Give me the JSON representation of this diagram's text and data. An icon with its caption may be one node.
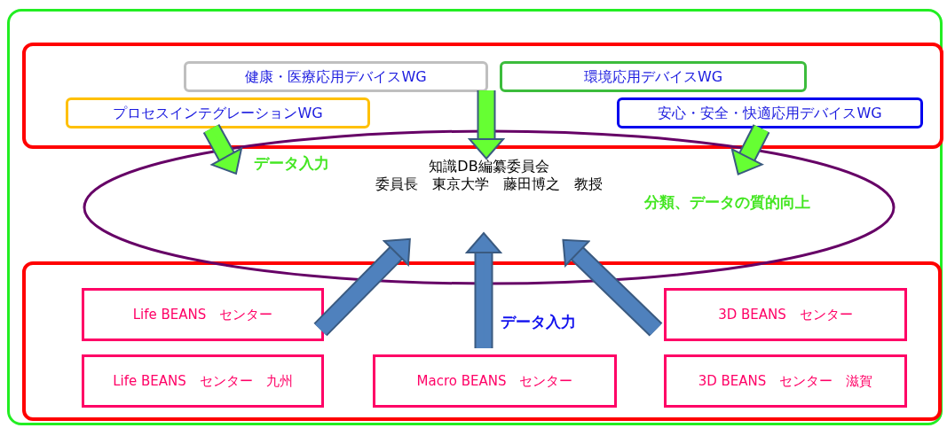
{
  "diagram": {
    "nodes": [
      {
        "text": [],
        "shape": "box"
      },
      {
        "text": [],
        "shape": "box",
        "in": 0
      },
      {
        "text": [
          "健康・医療応用デバイスWG"
        ],
        "in": 1
      },
      {
        "text": [
          "環境応用デバイスWG"
        ],
        "in": 1
      },
      {
        "text": [
          "プロセスインテグレーションWG"
        ],
        "in": 1
      },
      {
        "text": [
          "安心・安全・快適応用デバイスWG"
        ],
        "in": 1
      },
      {
        "text": [
          "知識DB編纂委員会",
          "委員長　東京大学　藤田博之　教授"
        ],
        "in": 0
      },
      {
        "text": [],
        "shape": "box",
        "in": 0
      },
      {
        "text": [
          "Life BEANS　センター"
        ],
        "in": 7
      },
      {
        "text": [
          "3D BEANS　センター"
        ],
        "in": 7
      },
      {
        "text": [
          "Life BEANS　センター　九州"
        ],
        "in": 7
      },
      {
        "text": [
          "Macro BEANS　センター"
        ],
        "in": 7
      },
      {
        "text": [
          "3D BEANS　センター　滋賀"
        ],
        "in": 7
      }
    ],
    "edges": [
      {
        "from": 4,
        "to": 6,
        "arrow": "to",
        "label": "データ入力",
        "color": "#66ff33"
      },
      {
        "from": 2,
        "to": 6,
        "arrow": "to",
        "color": "#66ff33"
      },
      {
        "from": 5,
        "to": 6,
        "arrow": "to",
        "label": "分類、データの質的向上",
        "color": "#66ff33"
      },
      {
        "from": 8,
        "to": 6,
        "arrow": "to",
        "color": "#4f81bd"
      },
      {
        "from": 11,
        "to": 6,
        "arrow": "to",
        "label": "データ入力",
        "color": "#4f81bd"
      },
      {
        "from": 9,
        "to": 6,
        "arrow": "to",
        "color": "#4f81bd"
      }
    ]
  }
}
